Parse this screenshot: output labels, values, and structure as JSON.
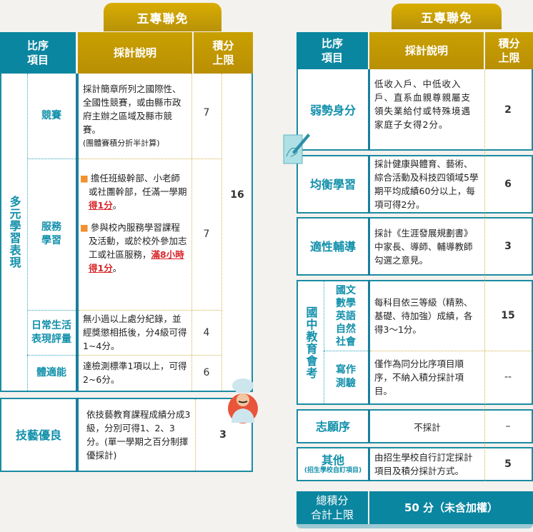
{
  "left": {
    "tab": "五專聯免",
    "headers": {
      "item": "比序\n項目",
      "desc": "採計說明",
      "max": "積分\n上限"
    },
    "group": {
      "label": "多元學習表現",
      "total": "16",
      "rows": [
        {
          "name": "競賽",
          "desc": "採計簡章所列之國際性、全國性競賽，或由縣市政府主辦之區域及縣市競賽。",
          "note": "(團體賽積分折半計算)",
          "points": "7"
        },
        {
          "name": "服務\n學習",
          "bullet1": "擔任班級幹部、小老師或社團幹部，任滿一學期",
          "bullet1_red": "得1分",
          "bullet1_end": "。",
          "bullet2": "參與校內服務學習課程及活動，或於校外參加志工或社區服務，",
          "bullet2_red": "滿8小時得1分",
          "bullet2_end": "。",
          "points": "7"
        },
        {
          "name": "日常生活\n表現評量",
          "desc": "無小過以上處分紀錄，並經獎懲相抵後，分4級可得1~4分。",
          "points": "4"
        },
        {
          "name": "體適能",
          "desc": "達檢測標準1項以上，可得2~6分。",
          "points": "6"
        }
      ]
    },
    "skill": {
      "name": "技藝優良",
      "desc": "依技藝教育課程成績分成3級，分別可得1、2、3分。(單一學期之百分制擇優採計)",
      "points": "3"
    }
  },
  "right": {
    "tab": "五專聯免",
    "headers": {
      "item": "比序\n項目",
      "desc": "採計說明",
      "max": "積分\n上限"
    },
    "rows": [
      {
        "name": "弱勢身分",
        "desc": "低收入戶、中低收入戶、直系血親尊親屬支領失業給付或特殊境遇家庭子女得2分。",
        "points": "2"
      },
      {
        "name": "均衡學習",
        "desc": "採計健康與體育、藝術、綜合活動及科技四領域5學期平均成績60分以上，每項可得2分。",
        "points": "6"
      },
      {
        "name": "適性輔導",
        "desc": "採計《生涯發展規劃書》中家長、導師、輔導教師勾選之意見。",
        "points": "3"
      }
    ],
    "exam": {
      "label": "國中教育會考",
      "subjects": {
        "name": "國文\n數學\n英語\n自然\n社會",
        "desc": "每科目依三等級（精熟、基礎、待加強）成績，各得3～1分。",
        "points": "15"
      },
      "writing": {
        "name": "寫作\n測驗",
        "desc": "僅作為同分比序項目順序，不納入積分採計項目。",
        "points": "--"
      }
    },
    "wish": {
      "name": "志願序",
      "desc": "不採計",
      "points": "–"
    },
    "other": {
      "name": "其他",
      "sub": "(招生學校自訂項目)",
      "desc": "由招生學校自行訂定採計項目及積分採計方式。",
      "points": "5"
    },
    "total": {
      "label": "總積分\n合計上限",
      "value": "50 分（未含加權）"
    }
  },
  "colors": {
    "teal": "#0b86a0",
    "gold": "#c49a00",
    "red": "#d8262a"
  }
}
